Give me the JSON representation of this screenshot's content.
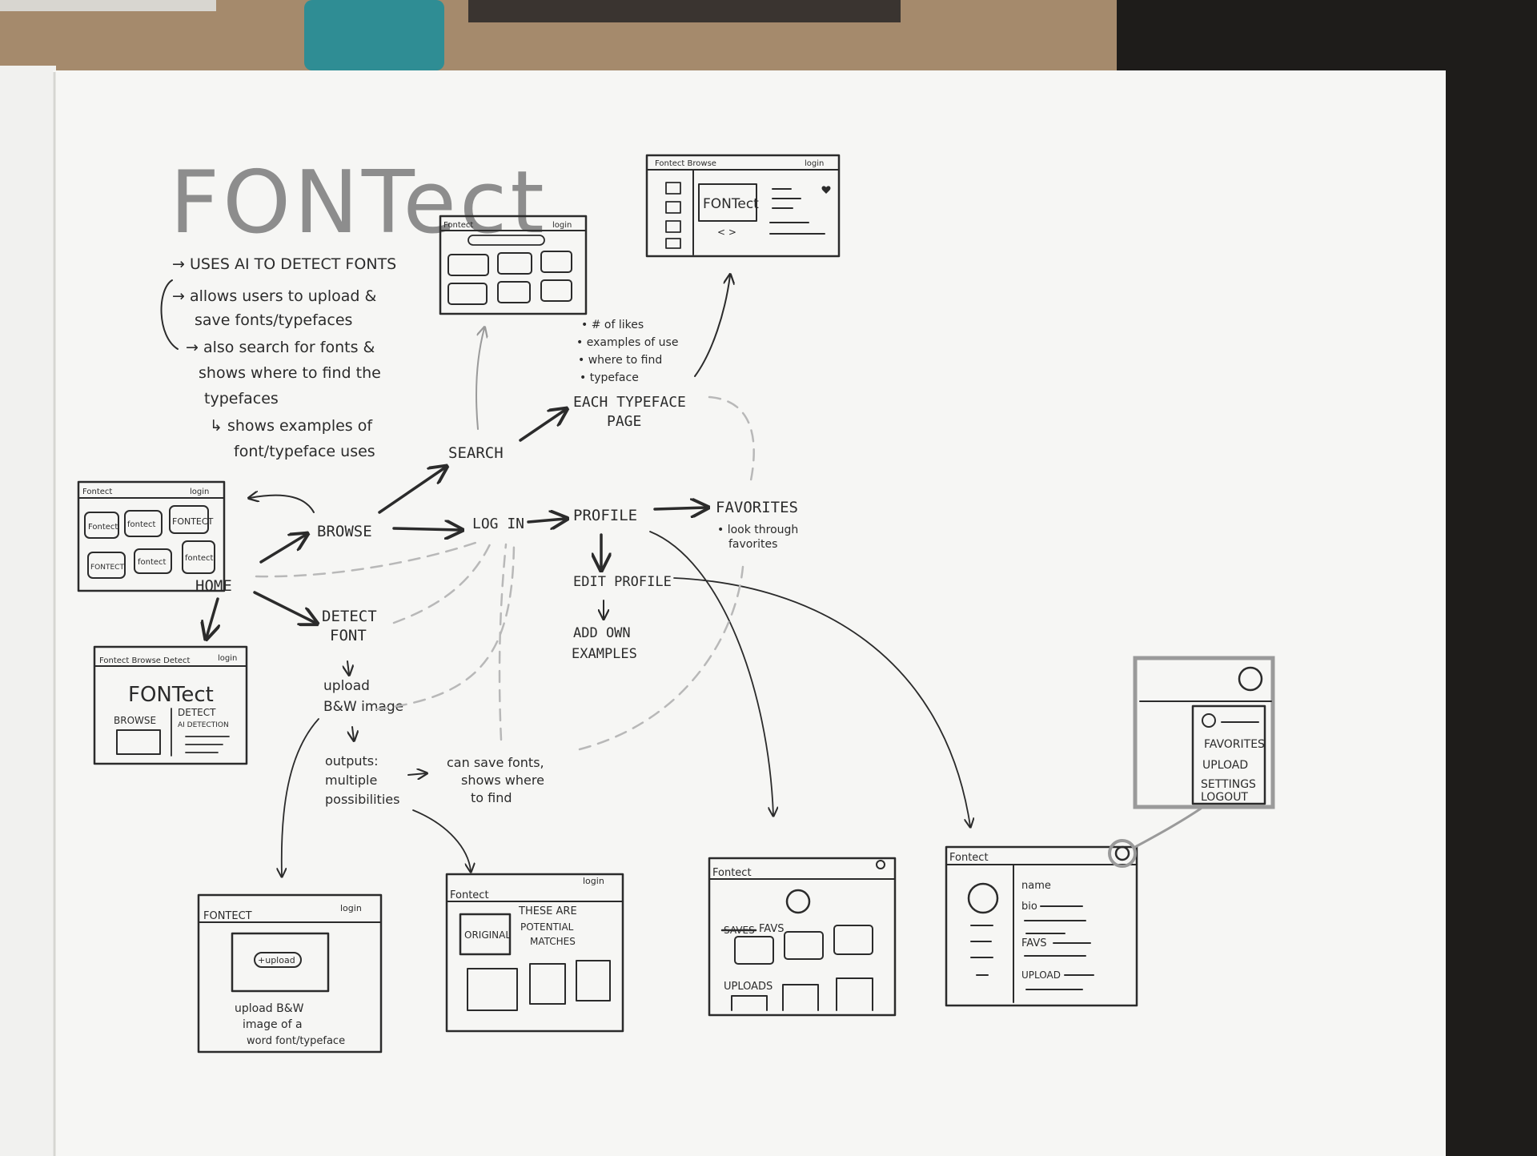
{
  "title": "FONTect",
  "intro": {
    "line1": "→ USES AI TO DETECT FONTS",
    "line2": "→ allows users to upload &",
    "line3": "save fonts/typefaces",
    "line4": "→ also search for fonts &",
    "line5": "shows where to find the",
    "line6": "typefaces",
    "line7": "↳ shows examples of",
    "line8": "font/typeface uses"
  },
  "nodes": {
    "home": "HOME",
    "browse": "BROWSE",
    "search": "SEARCH",
    "login": "LOG IN",
    "profile": "PROFILE",
    "favorites": "FAVORITES",
    "favorites_note_1": "• look through",
    "favorites_note_2": "favorites",
    "edit_profile": "EDIT PROFILE",
    "add_own_1": "ADD OWN",
    "add_own_2": "EXAMPLES",
    "typeface_page_1": "EACH TYPEFACE",
    "typeface_page_2": "PAGE",
    "detect_font_1": "DETECT",
    "detect_font_2": "FONT",
    "upload_bw_1": "upload",
    "upload_bw_2": "B&W image",
    "outputs_1": "outputs:",
    "outputs_2": "multiple",
    "outputs_3": "possibilities",
    "save_fonts_1": "can save fonts,",
    "save_fonts_2": "shows where",
    "save_fonts_3": "to find"
  },
  "typeface_bullets": [
    "• # of likes",
    "• examples of use",
    "• where to find",
    "• typeface"
  ],
  "wireframes": {
    "home": {
      "brand": "Fontect",
      "login": "login",
      "tiles": [
        "Fontect",
        "fontect",
        "FONTECT",
        "FONTECT",
        "fontect",
        "fontect"
      ]
    },
    "search": {
      "brand": "Fontect",
      "login": "login"
    },
    "typeface": {
      "brand": "Fontect Browse",
      "login": "login",
      "logo": "FONTect",
      "arrows": "< >"
    },
    "landing": {
      "nav": "Fontect Browse Detect",
      "login": "login",
      "logo": "FONTect",
      "browse": "BROWSE",
      "detect_1": "DETECT",
      "detect_2": "AI DETECTION"
    },
    "upload": {
      "brand": "FONTECT",
      "login": "login",
      "button": "+upload",
      "caption_1": "upload B&W",
      "caption_2": "image of a",
      "caption_3": "word font/typeface"
    },
    "matches": {
      "brand": "Fontect",
      "login": "login",
      "original": "ORIGINAL",
      "heading_1": "THESE ARE",
      "heading_2": "POTENTIAL",
      "heading_3": "MATCHES"
    },
    "profile": {
      "brand": "Fontect",
      "favs": "FAVS",
      "favs_struck": "SAVES",
      "uploads": "UPLOADS"
    },
    "edit": {
      "brand": "Fontect",
      "name": "name",
      "bio": "bio",
      "favs": "FAVS",
      "upload": "UPLOAD"
    },
    "menu": {
      "items": [
        "FAVORITES",
        "UPLOAD",
        "SETTINGS",
        "LOGOUT"
      ]
    }
  }
}
